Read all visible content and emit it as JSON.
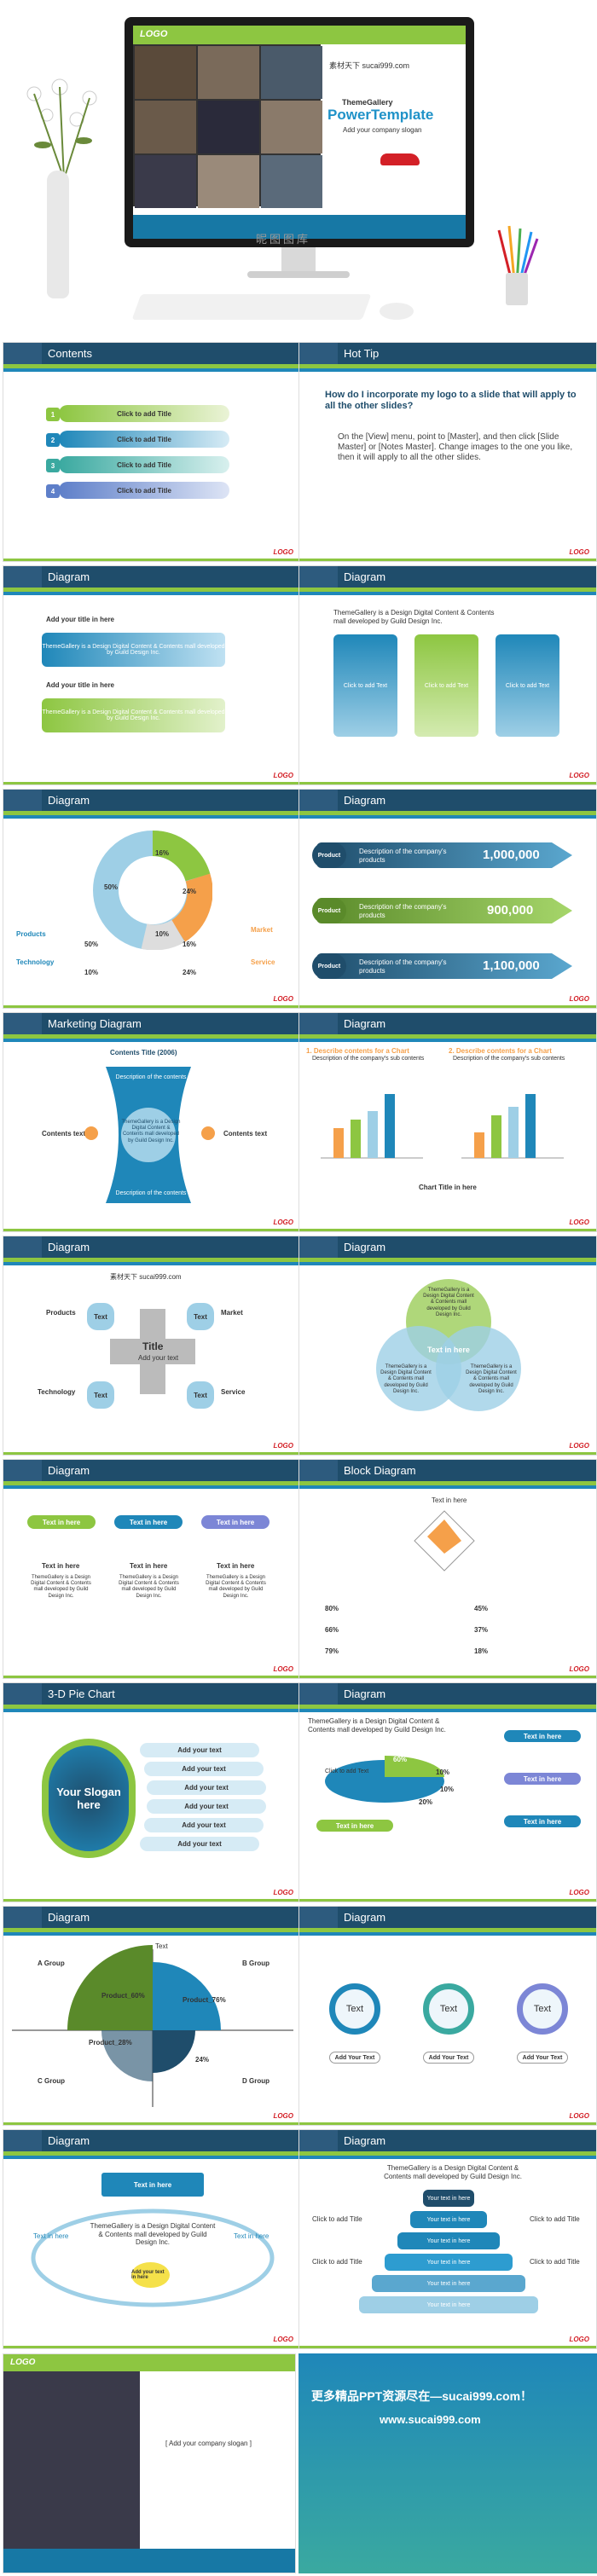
{
  "hero": {
    "logo": "LOGO",
    "brand": "素材天下 sucai999.com",
    "tg": "ThemeGallery",
    "pt": "PowerTemplate",
    "slogan": "Add your company slogan",
    "watermark": "昵图图库"
  },
  "slides": [
    {
      "id": "s1",
      "title": "Contents",
      "items": [
        "Click to add Title",
        "Click to add Title",
        "Click to add Title",
        "Click to add Title"
      ],
      "nums": [
        "1",
        "2",
        "3",
        "4"
      ]
    },
    {
      "id": "s2",
      "title": "Hot Tip",
      "q": "How do I incorporate my logo to a slide that will apply to all the other slides?",
      "a": "On the [View] menu, point to [Master], and then click [Slide Master] or [Notes Master]. Change images to the one you like, then it will apply to all the other slides."
    },
    {
      "id": "s3",
      "title": "Diagram",
      "t1": "Add your title in here",
      "b1": "ThemeGallery is a Design Digital Content & Contents mall developed by Guild Design Inc.",
      "t2": "Add your title in here",
      "b2": "ThemeGallery is a Design Digital Content & Contents mall developed by Guild Design Inc."
    },
    {
      "id": "s4",
      "title": "Diagram",
      "intro": "ThemeGallery is a Design Digital Content & Contents mall developed by Guild Design Inc.",
      "col": "Click to add Text"
    },
    {
      "id": "s5",
      "title": "Diagram",
      "pcts": [
        "16%",
        "50%",
        "24%",
        "10%",
        "16%",
        "50%",
        "24%",
        "10%"
      ],
      "labels": [
        "Products",
        "Technology",
        "Market",
        "Service"
      ]
    },
    {
      "id": "s6",
      "title": "Diagram",
      "btn": "Product",
      "desc": "Description of the company's products",
      "vals": [
        "1,000,000",
        "900,000",
        "1,100,000"
      ]
    },
    {
      "id": "s7",
      "title": "Marketing Diagram",
      "ct": "Contents Title (2006)",
      "lt": "Contents text",
      "rt": "Contents text",
      "top": "Description of the contents",
      "bot": "Description of the contents",
      "mid": "ThemeGallery is a Design Digital Content & Contents mall developed by Guild Design Inc."
    },
    {
      "id": "s8",
      "title": "Diagram",
      "h1": "1. Describe contents for a Chart",
      "h2": "2. Describe contents for a Chart",
      "d": "Description of the company's sub contents",
      "ct": "Chart Title in here"
    },
    {
      "id": "s9",
      "title": "Diagram",
      "brand": "素材天下 sucai999.com",
      "center": "Title",
      "sub": "Add your text",
      "txt": "Text",
      "labels": [
        "Products",
        "Market",
        "Technology",
        "Service"
      ]
    },
    {
      "id": "s10",
      "title": "Diagram",
      "lt": "Text in here",
      "tt": "ThemeGallery is a Design Digital Content & Contents mall developed by Guild Design Inc."
    },
    {
      "id": "s11",
      "title": "Diagram",
      "head": "Text in here",
      "body": "ThemeGallery is a Design Digital Content & Contents mall developed by Guild Design Inc."
    },
    {
      "id": "s12",
      "title": "Block Diagram",
      "t": "Text in here",
      "pcts": [
        "80%",
        "45%",
        "66%",
        "37%",
        "79%",
        "18%"
      ]
    },
    {
      "id": "s13",
      "title": "3-D Pie Chart",
      "slogan": "Your Slogan here",
      "items": [
        "Add your text",
        "Add your text",
        "Add your text",
        "Add your text",
        "Add your text",
        "Add your text"
      ]
    },
    {
      "id": "s14",
      "title": "Diagram",
      "intro": "ThemeGallery is a Design Digital Content & Contents mall developed by Guild Design Inc.",
      "pcts": [
        "60%",
        "10%",
        "10%",
        "20%"
      ],
      "t": "Text in here",
      "c": "Click to add Text"
    },
    {
      "id": "s15",
      "title": "Diagram",
      "groups": [
        "A Group",
        "B Group",
        "C Group",
        "D Group"
      ],
      "prods": [
        "Product_60%",
        "Product_76%",
        "Product_28%",
        "24%"
      ],
      "text": "Text"
    },
    {
      "id": "s16",
      "title": "Diagram",
      "circ": "Text",
      "add": "Add Your Text"
    },
    {
      "id": "s17",
      "title": "Diagram",
      "t": "Text in here",
      "mid": "ThemeGallery is a Design Digital Content & Contents mall developed by Guild Design Inc.",
      "add": "Add your text in here"
    },
    {
      "id": "s18",
      "title": "Diagram",
      "intro": "ThemeGallery is a Design Digital Content & Contents mall developed by Guild Design Inc.",
      "layer": "Your text in here",
      "click": "Click to add Title"
    }
  ],
  "final": {
    "logo": "LOGO",
    "slogan": "[ Add your company slogan ]",
    "promo1": "更多精品PPT资源尽在—sucai999.com！",
    "promo2": "www.sucai999.com"
  },
  "logo_small": "LOGO"
}
